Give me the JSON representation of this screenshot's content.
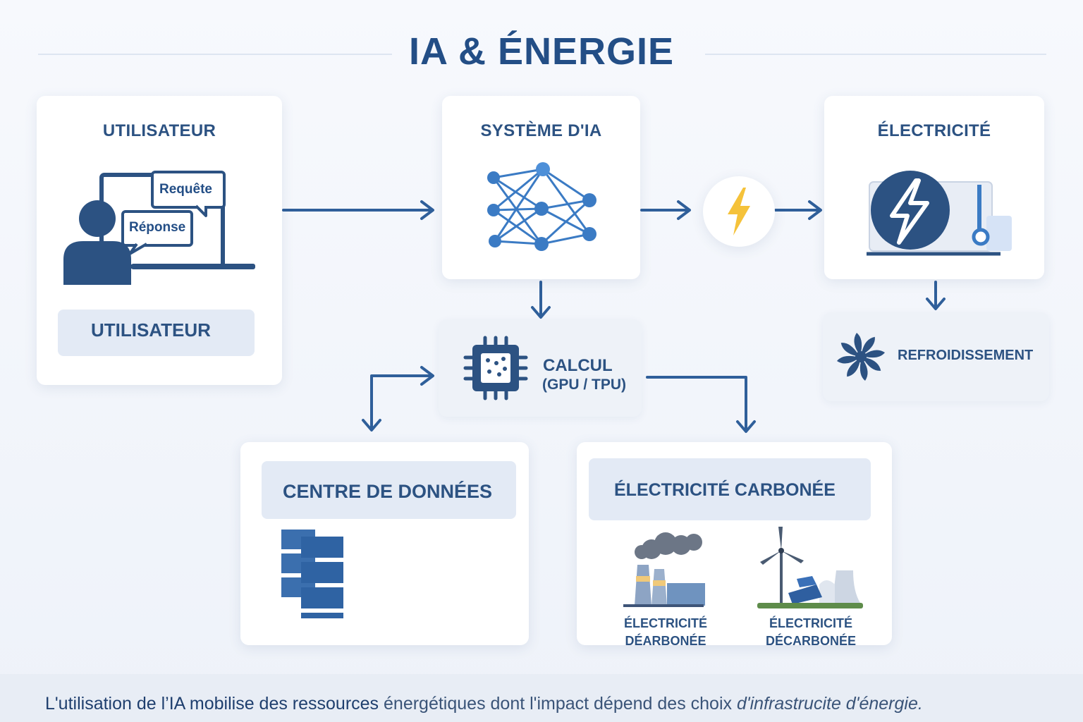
{
  "title": "IA & ÉNERGIE",
  "user_card": {
    "title": "UTILISATEUR",
    "bubble_request": "Requête",
    "bubble_response": "Réponse",
    "label": "UTILISATEUR"
  },
  "ai_card": {
    "title": "SYSTÈME D'IA"
  },
  "electricity_card": {
    "title": "ÉLECTRICITÉ"
  },
  "compute": {
    "line1": "CALCUL",
    "line2": "(GPU / TPU)"
  },
  "cooling": {
    "label": "REFROIDISSEMENT"
  },
  "datacenter": {
    "title": "CENTRE DE DONNÉES"
  },
  "carbon": {
    "title": "ÉLECTRICITÉ CARBONÉE",
    "left_line1": "ÉLECTRICITÉ",
    "left_line2": "DÉARBONÉE",
    "right_line1": "ÉLECTRICITÉ",
    "right_line2": "DÉCARBONÉE"
  },
  "footer": {
    "part_bold": "L'utilisation de l’IA mobilise des ressources",
    "part_light": " énergétiques dont l'impact dépend des choix ",
    "part_italic": "d'infrastrucite d'énergie."
  },
  "colors": {
    "primary": "#2c5282",
    "accent_blue": "#3b7bc4",
    "bolt_yellow": "#f5c23a",
    "card_bg": "#ffffff",
    "soft_bg": "#eef2f8"
  },
  "icons": {
    "user": "person-at-laptop-icon",
    "ai": "neural-network-icon",
    "bolt": "lightning-bolt-icon",
    "power": "power-generator-icon",
    "chip": "processor-chip-icon",
    "fan": "cooling-fan-icon",
    "servers": "server-stack-icon",
    "factory": "coal-plant-icon",
    "renewable": "renewable-plant-icon"
  }
}
